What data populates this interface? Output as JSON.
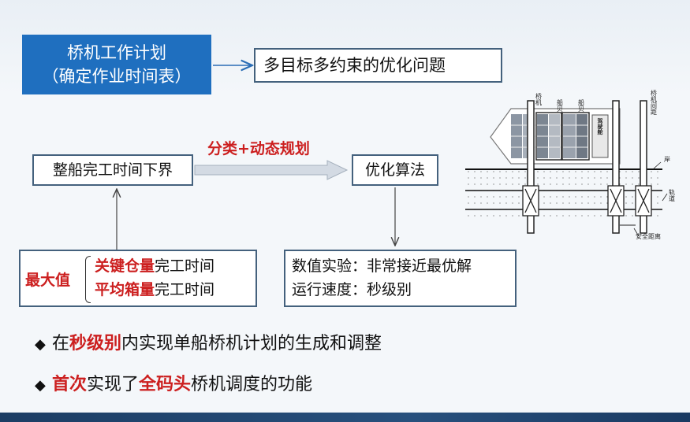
{
  "title_box": {
    "line1": "桥机工作计划",
    "line2": "（确定作业时间表）"
  },
  "problem_box": {
    "label": "多目标多约束的优化问题"
  },
  "lower_bound_box": {
    "label": "整船完工时间下界"
  },
  "arrow_label": "分类+动态规划",
  "algorithm_box": {
    "label": "优化算法"
  },
  "objective_box": {
    "max_label": "最大值",
    "line1_red": "关键仓量",
    "line1_rest": "完工时间",
    "line2_red": "平均箱量",
    "line2_rest": "完工时间"
  },
  "experiment_box": {
    "line1": "数值实验：非常接近最优解",
    "line2": "运行速度：秒级别"
  },
  "bullets": [
    {
      "prefix": "在",
      "highlight": "秒级别",
      "rest": "内实现单船桥机计划的生成和调整",
      "highlight2": "",
      "rest2": ""
    },
    {
      "prefix": "",
      "highlight": "首次",
      "rest": "实现了",
      "highlight2": "全码头",
      "rest2": "桥机调度的功能"
    }
  ],
  "diagram": {
    "labels": {
      "crane": "桥机",
      "bay1": "船贝",
      "bay2": "船贝",
      "cabin": "驾驶舱",
      "crane_gap": "桥机间距",
      "shore": "岸",
      "track": "轨道",
      "safe_distance": "安全距离"
    }
  },
  "colors": {
    "title_bg": "#1f6fbf",
    "accent_red": "#cc1f1f",
    "border": "#44617d"
  }
}
